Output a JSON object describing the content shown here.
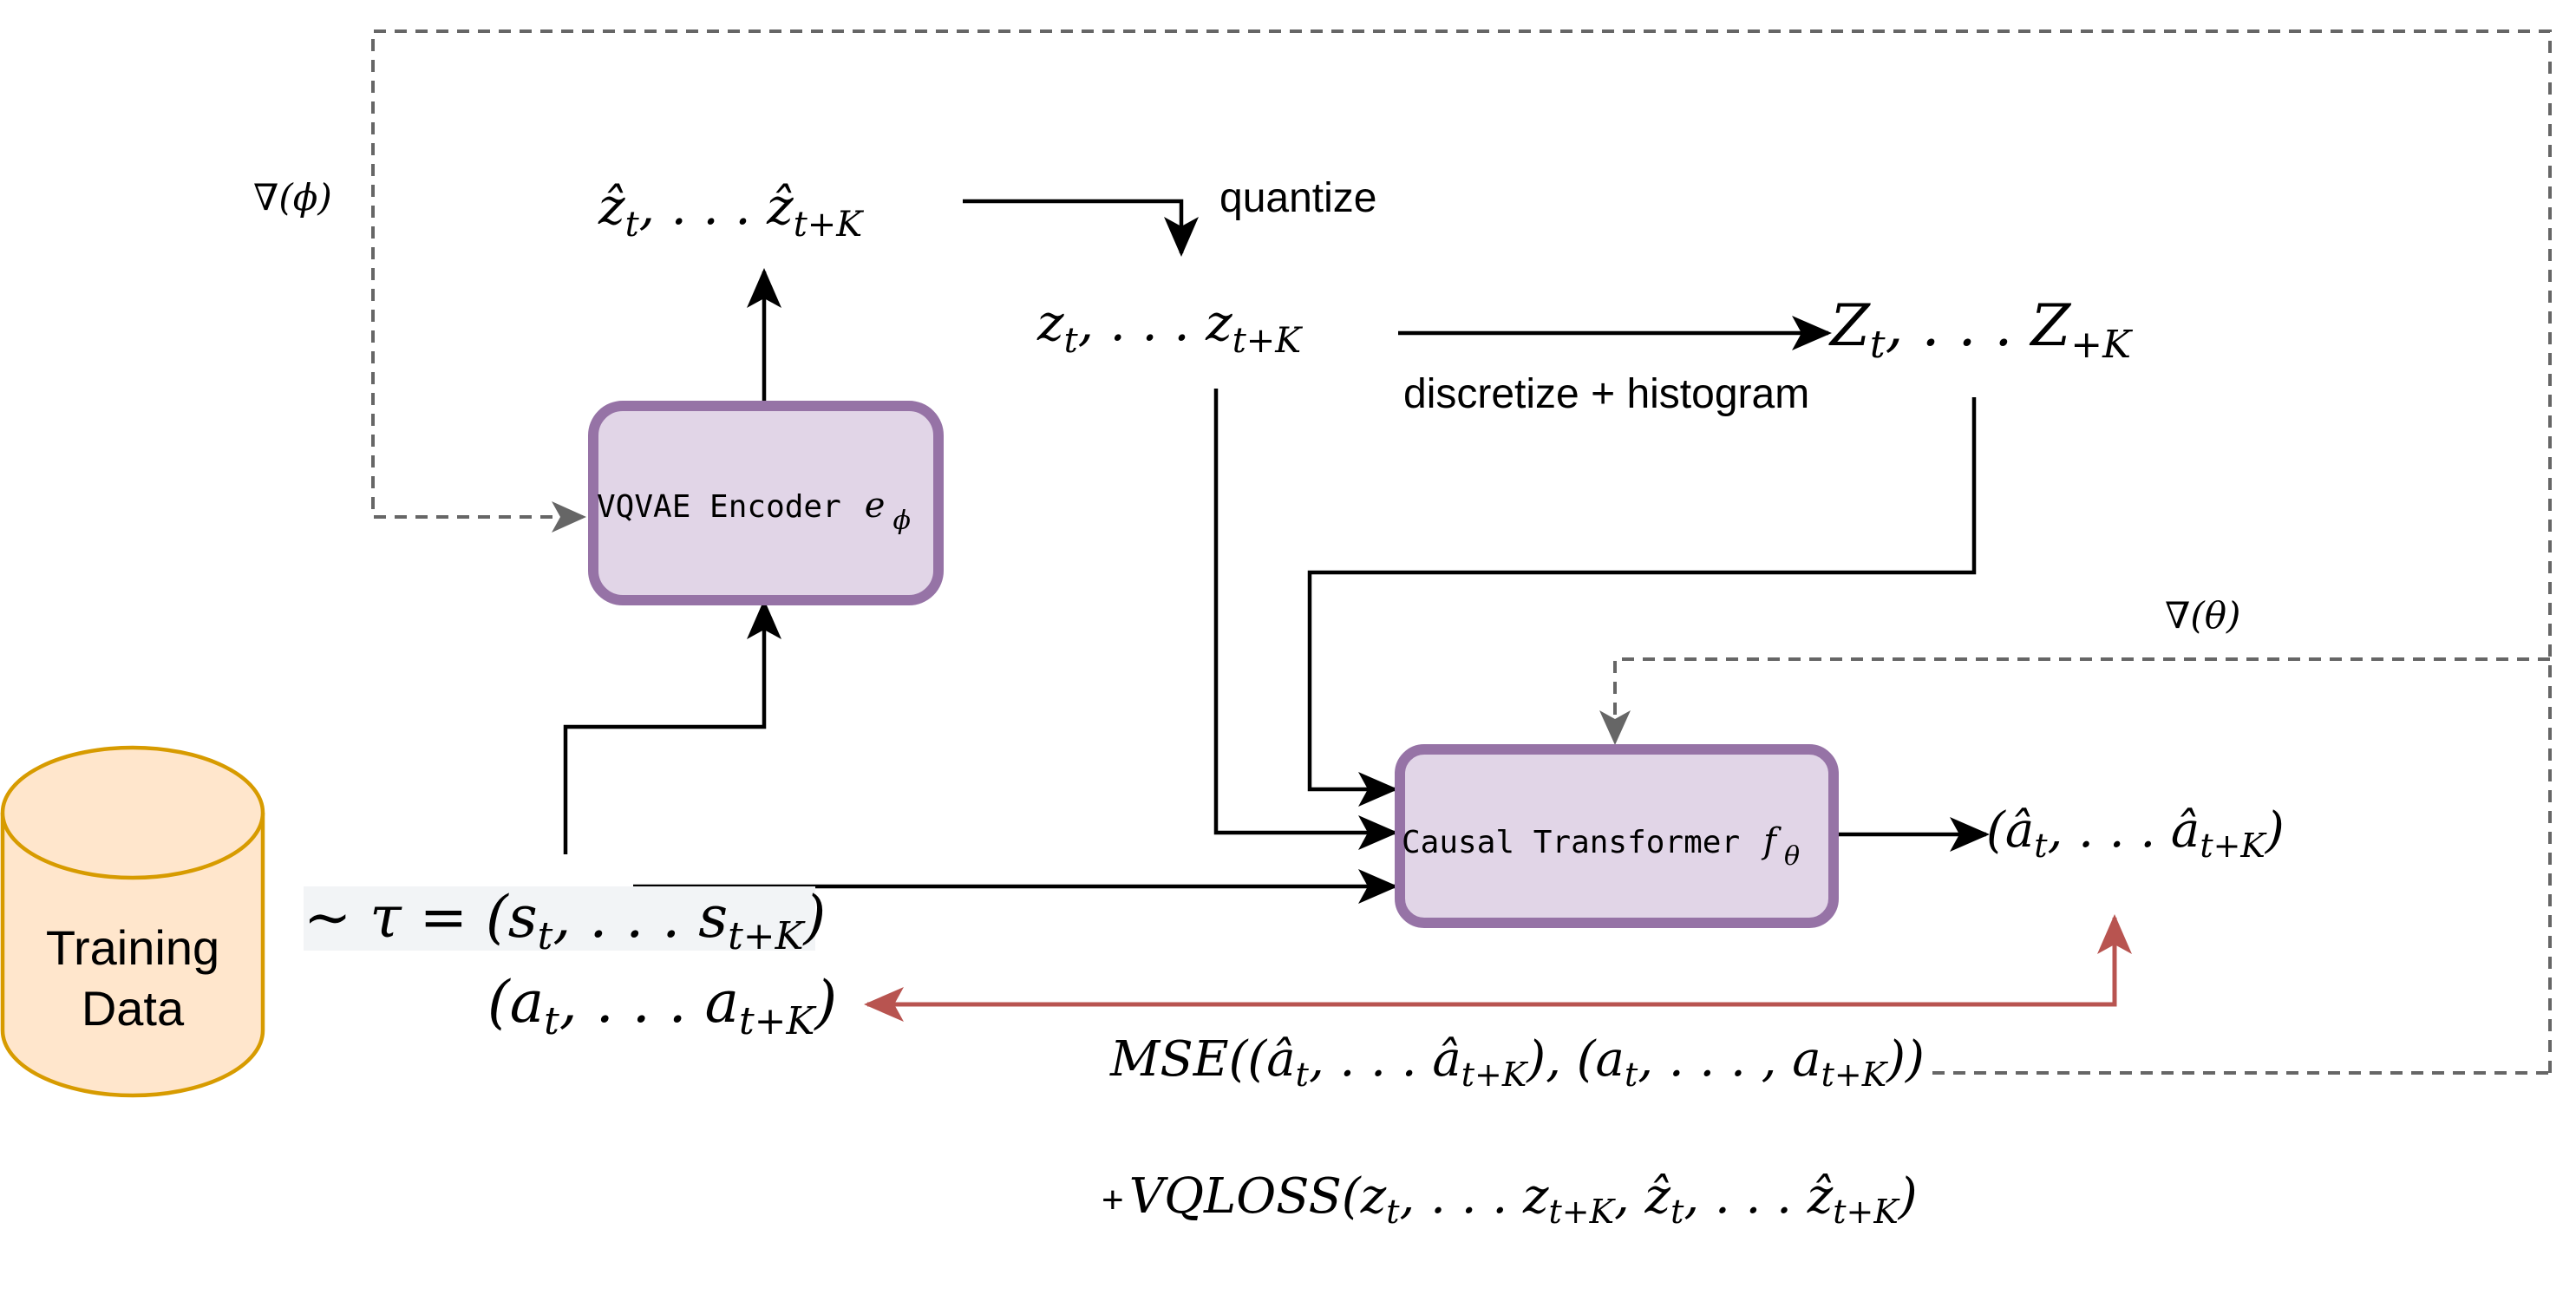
{
  "colors": {
    "box_fill": "#e1d5e7",
    "box_stroke": "#9673a6",
    "data_fill": "#ffe6cc",
    "data_stroke": "#d79b00",
    "dashed_line": "#666666",
    "loss_arrow": "#b85450",
    "text": "#000000"
  },
  "nodes": {
    "encoder": {
      "label": "VQVAE Encoder",
      "symbol": "e",
      "subscript": "ϕ"
    },
    "transformer": {
      "label": "Causal Transformer",
      "symbol": "f",
      "subscript": "θ"
    },
    "training_data": {
      "line1": "Training",
      "line2": "Data"
    }
  },
  "labels": {
    "z_hat": {
      "main": "ẑ",
      "sub": "t",
      "mid": ", . . . ẑ",
      "sub2": "t+K"
    },
    "z": {
      "main": "z",
      "sub": "t",
      "mid": ", . . . z",
      "sub2": "t+K"
    },
    "Z": {
      "main": "Z",
      "sub": "t",
      "mid": ", . . . Z",
      "sub2": "+K"
    },
    "a_hat": {
      "open": "(â",
      "sub": "t",
      "mid": ", . . . â",
      "sub2": "t+K",
      "close": ")"
    },
    "tau": {
      "prefix": "∼ τ = (s",
      "sub": "t",
      "mid": ", . . . s",
      "sub2": "t+K",
      "close": ")"
    },
    "actions": {
      "open": "(a",
      "sub": "t",
      "mid": ", . . . a",
      "sub2": "t+K",
      "close": ")"
    },
    "quantize": "quantize",
    "discretize": "discretize + histogram",
    "grad_phi": "∇(ϕ)",
    "grad_theta": "∇(θ)",
    "mse": {
      "p1": "MSE((â",
      "s1": "t",
      "p2": ", . . . â",
      "s2": "t+K",
      "p3": "), (a",
      "s3": "t",
      "p4": ", . . . , a",
      "s4": "t+K",
      "p5": "))"
    },
    "vqloss": {
      "plus": "+",
      "p1": "VQLOSS(z",
      "s1": "t",
      "p2": ", . . . z",
      "s2": "t+K",
      "p3": ", ẑ",
      "s3": "t",
      "p4": ", . . . ẑ",
      "s4": "t+K",
      "p5": ")"
    }
  }
}
